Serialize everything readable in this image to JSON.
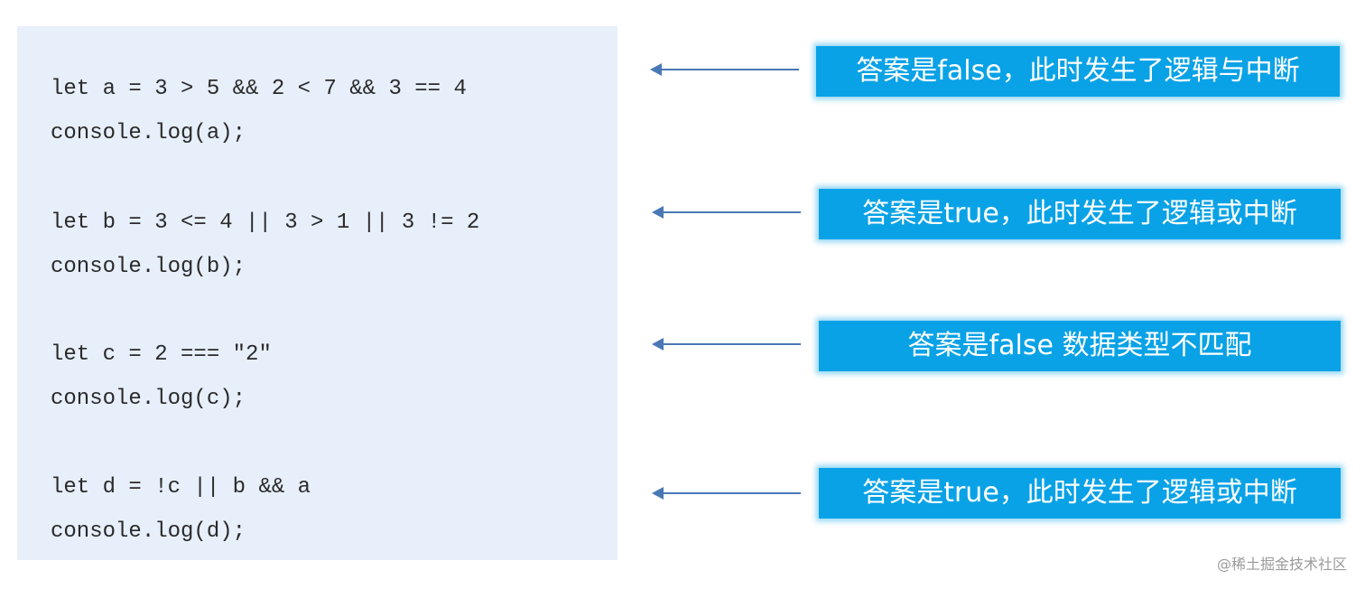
{
  "code_lines": [
    "let a = 3 > 5 && 2 < 7 && 3 == 4",
    "console.log(a);",
    "let b = 3 <= 4 || 3 > 1 || 3 != 2",
    "console.log(b);",
    "let c = 2 === \"2\"",
    "console.log(c);",
    "let d = !c || b && a",
    "console.log(d);"
  ],
  "callouts": [
    "答案是false，此时发生了逻辑与中断",
    "答案是true，此时发生了逻辑或中断",
    "答案是false  数据类型不匹配",
    "答案是true，此时发生了逻辑或中断"
  ],
  "watermark": "@稀土掘金技术社区",
  "colors": {
    "code_background": "#e7effb",
    "callout_background": "#0aa2e6",
    "arrow": "#4a78b6"
  }
}
